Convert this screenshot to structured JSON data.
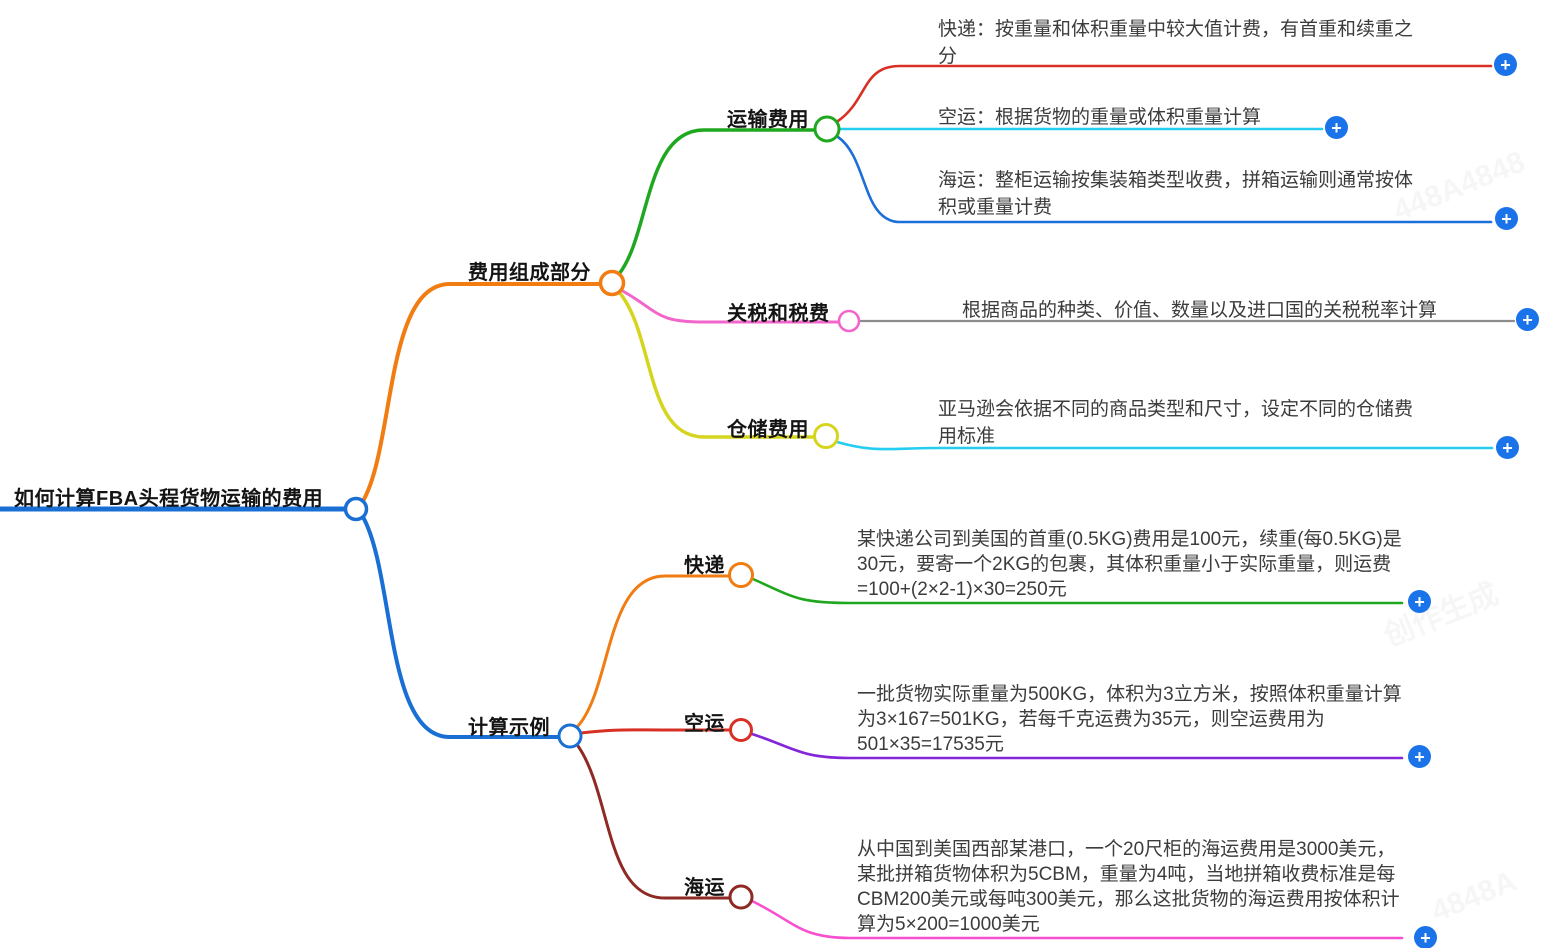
{
  "page_title": "如何计算FBA头程货物运输的费用",
  "mindmap": {
    "root": {
      "label": "如何计算FBA头程货物运输的费用",
      "color": "#1a6fd4"
    },
    "cost_components": {
      "label": "费用组成部分",
      "color": "#f07c12",
      "transport": {
        "label": "运输费用",
        "color": "#1fa81f",
        "leaves": [
          {
            "text": "快递：按重量和体积重量中较大值计费，有首重和续重之分",
            "color": "#d93025"
          },
          {
            "text": "空运：根据货物的重量或体积重量计算",
            "color": "#25cdf0"
          },
          {
            "text": "海运：整柜运输按集装箱类型收费，拼箱运输则通常按体积或重量计费",
            "color": "#1c6ed8"
          }
        ]
      },
      "tariff": {
        "label": "关税和税费",
        "color": "#f266cc",
        "leaves": [
          {
            "text": "根据商品的种类、价值、数量以及进口国的关税税率计算",
            "color": "#8c8c8c"
          }
        ]
      },
      "storage": {
        "label": "仓储费用",
        "color": "#d5d51f",
        "leaves": [
          {
            "text": "亚马逊会依据不同的商品类型和尺寸，设定不同的仓储费用标准",
            "color": "#25cdf0"
          }
        ]
      }
    },
    "examples": {
      "label": "计算示例",
      "color": "#1a6fd4",
      "express": {
        "label": "快递",
        "color": "#f07c12",
        "leaves": [
          {
            "text": "某快递公司到美国的首重(0.5KG)费用是100元，续重(每0.5KG)是30元，要寄一个2KG的包裹，其体积重量小于实际重量，则运费=100+(2×2-1)×30=250元",
            "color": "#1fa81f"
          }
        ]
      },
      "air": {
        "label": "空运",
        "color": "#d93025",
        "leaves": [
          {
            "text": "一批货物实际重量为500KG，体积为3立方米，按照体积重量计算为3×167=501KG，若每千克运费为35元，则空运费用为501×35=17535元",
            "color": "#8326d9"
          }
        ]
      },
      "sea": {
        "label": "海运",
        "color": "#8e2a23",
        "leaves": [
          {
            "text": "从中国到美国西部某港口，一个20尺柜的海运费用是3000美元，某批拼箱货物体积为5CBM，重量为4吨，当地拼箱收费标准是每CBM200美元或每吨300美元，那么这批货物的海运费用按体积计算为5×200=1000美元",
            "color": "#f74fd0"
          }
        ]
      }
    }
  },
  "ui": {
    "plus_glyph": "+",
    "plus_color": "#1a73e8"
  },
  "watermarks": [
    {
      "text": "448A4848"
    },
    {
      "text": "创作生成"
    },
    {
      "text": "4848A"
    }
  ]
}
